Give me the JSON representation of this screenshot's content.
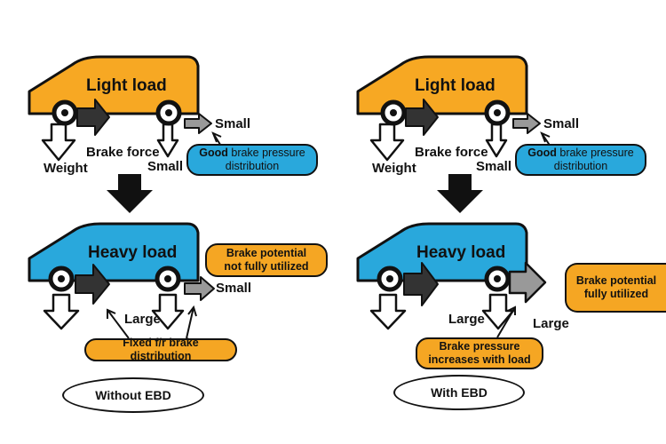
{
  "colors": {
    "light_car": "#f7a823",
    "heavy_car": "#29a8dc",
    "pill_blue": "#29a8dc",
    "pill_orange": "#f5a623",
    "outline": "#111111",
    "arrow_dark": "#333333",
    "arrow_grey": "#999999"
  },
  "icons": [
    "car-icon",
    "wheel-icon",
    "down-arrow-icon",
    "right-arrow-icon",
    "pointer-arrow-icon"
  ],
  "left": {
    "light_title": "Light load",
    "weight": "Weight",
    "brake_force": "Brake force",
    "small_front": "Small",
    "small_rear": "Small",
    "good_pill": {
      "line1_bold": "Good",
      "line1_rest": " brake pressure",
      "line2": "distribution"
    },
    "heavy_title": "Heavy load",
    "potential_pill": {
      "line1": "Brake potential",
      "line2": "not fully utilized"
    },
    "small_heavy": "Small",
    "large": "Large",
    "fixed_pill": "Fixed f/r brake distribution",
    "caption": "Without EBD"
  },
  "right": {
    "light_title": "Light load",
    "weight": "Weight",
    "brake_force": "Brake force",
    "small_front": "Small",
    "small_rear": "Small",
    "good_pill": {
      "line1_bold": "Good",
      "line1_rest": " brake pressure",
      "line2": "distribution"
    },
    "heavy_title": "Heavy load",
    "potential_pill": {
      "line1": "Brake potential",
      "line2": "fully utilized"
    },
    "large_front": "Large",
    "large_rear": "Large",
    "increase_pill": {
      "line1": "Brake pressure",
      "line2": "increases with load"
    },
    "caption": "With EBD"
  }
}
